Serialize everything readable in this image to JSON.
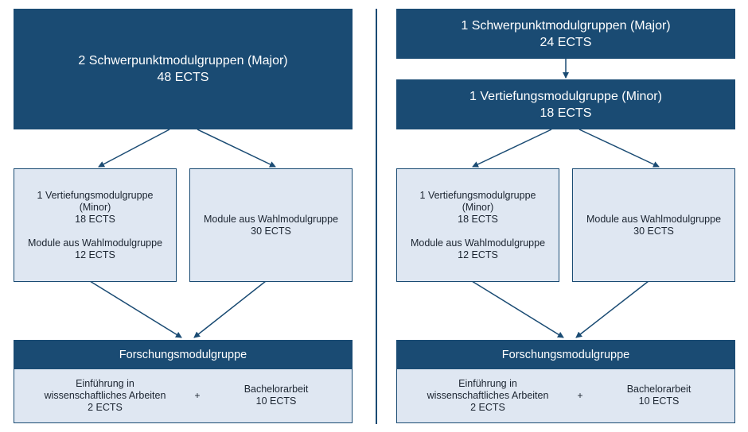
{
  "left": {
    "major": {
      "title": "2 Schwerpunktmodulgruppen (Major)",
      "ects": "48 ECTS"
    },
    "option_a": {
      "minor_title": "1 Vertiefungsmodulgruppe",
      "minor_sub": "(Minor)",
      "minor_ects": "18 ECTS",
      "wahl_title": "Module aus Wahlmodulgruppe",
      "wahl_ects": "12 ECTS"
    },
    "option_b": {
      "title": "Module aus Wahlmodulgruppe",
      "ects": "30 ECTS"
    },
    "research": {
      "header": "Forschungsmodulgruppe",
      "intro_line1": "Einführung in",
      "intro_line2": "wissenschaftliches Arbeiten",
      "intro_ects": "2 ECTS",
      "plus": "+",
      "thesis": "Bachelorarbeit",
      "thesis_ects": "10 ECTS"
    }
  },
  "right": {
    "major": {
      "title": "1 Schwerpunktmodulgruppen (Major)",
      "ects": "24 ECTS"
    },
    "minor": {
      "title": "1 Vertiefungsmodulgruppe (Minor)",
      "ects": "18 ECTS"
    },
    "option_a": {
      "minor_title": "1 Vertiefungsmodulgruppe",
      "minor_sub": "(Minor)",
      "minor_ects": "18 ECTS",
      "wahl_title": "Module aus Wahlmodulgruppe",
      "wahl_ects": "12 ECTS"
    },
    "option_b": {
      "title": "Module aus Wahlmodulgruppe",
      "ects": "30 ECTS"
    },
    "research": {
      "header": "Forschungsmodulgruppe",
      "intro_line1": "Einführung in",
      "intro_line2": "wissenschaftliches Arbeiten",
      "intro_ects": "2 ECTS",
      "plus": "+",
      "thesis": "Bachelorarbeit",
      "thesis_ects": "10 ECTS"
    }
  },
  "colors": {
    "dark_box": "#1a4b73",
    "light_box": "#dfe7f2",
    "arrow": "#1a4b73"
  }
}
